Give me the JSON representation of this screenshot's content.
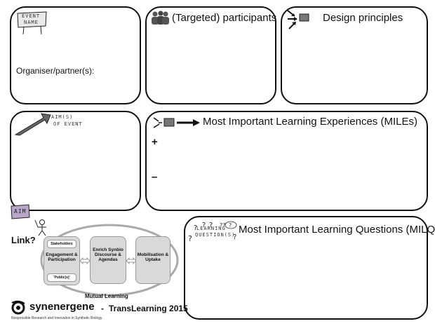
{
  "event_sign": {
    "line1": "EVENT",
    "line2": "NAME"
  },
  "organiser_label": "Organiser/partner(s):",
  "participants": {
    "icon": "people-icon",
    "title": "(Targeted) participants"
  },
  "design": {
    "icon": "arrows-to-screen-icon",
    "title": "Design principles"
  },
  "aim": {
    "line1": "AIM(S)",
    "line2": "OF EVENT"
  },
  "mile": {
    "title": "Most Important Learning Experiences (MILEs)",
    "plus": "+",
    "minus": "–"
  },
  "milq": {
    "title": "Most Important Learning Questions (MILQs)",
    "scribble1": "LEARNING",
    "scribble2": "QUESTION(S)"
  },
  "link": {
    "aim_sign": "AIM",
    "label": "Link?"
  },
  "diagram": {
    "stakeholders": "Stakeholders",
    "engagement": "Engagement & Participation",
    "publics": "'Public(s)'",
    "enrich": "Enrich Synbio Discourse & Agendas",
    "mobilisation": "Mobilisation & Uptake",
    "mutual": "Mutual Learning"
  },
  "footer": {
    "brand": "synenergene",
    "dash": "-",
    "event": "TransLearning 2015",
    "tagline": "Responsible Research and Innovation in Synthetic Biology"
  }
}
